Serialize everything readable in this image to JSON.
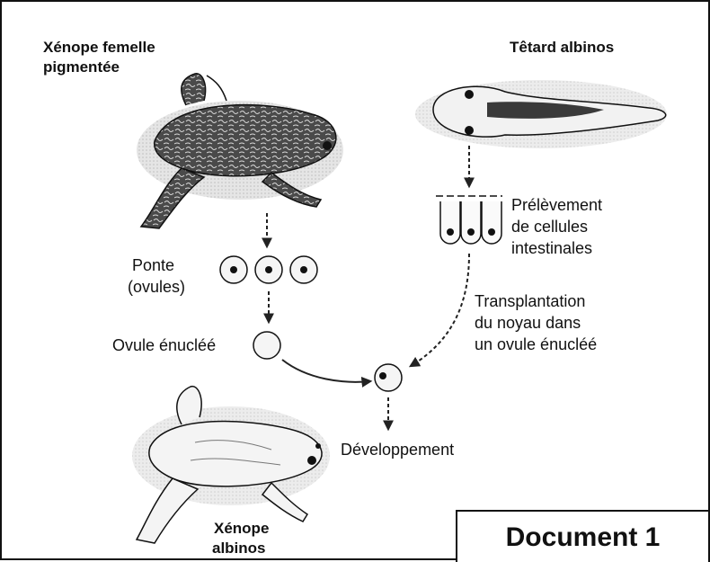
{
  "labels": {
    "female_frog_line1": "Xénope femelle",
    "female_frog_line2": "pigmentée",
    "tadpole": "Têtard albinos",
    "sampling_line1": "Prélèvement",
    "sampling_line2": "de cellules",
    "sampling_line3": "intestinales",
    "laying_line1": "Ponte",
    "laying_line2": "(ovules)",
    "enucleated": "Ovule énucléé",
    "transplant_line1": "Transplantation",
    "transplant_line2": "du noyau dans",
    "transplant_line3": "un ovule énucléé",
    "development": "Développement",
    "albino_line1": "Xénope",
    "albino_line2": "albinos"
  },
  "document": {
    "title": "Document 1"
  }
}
